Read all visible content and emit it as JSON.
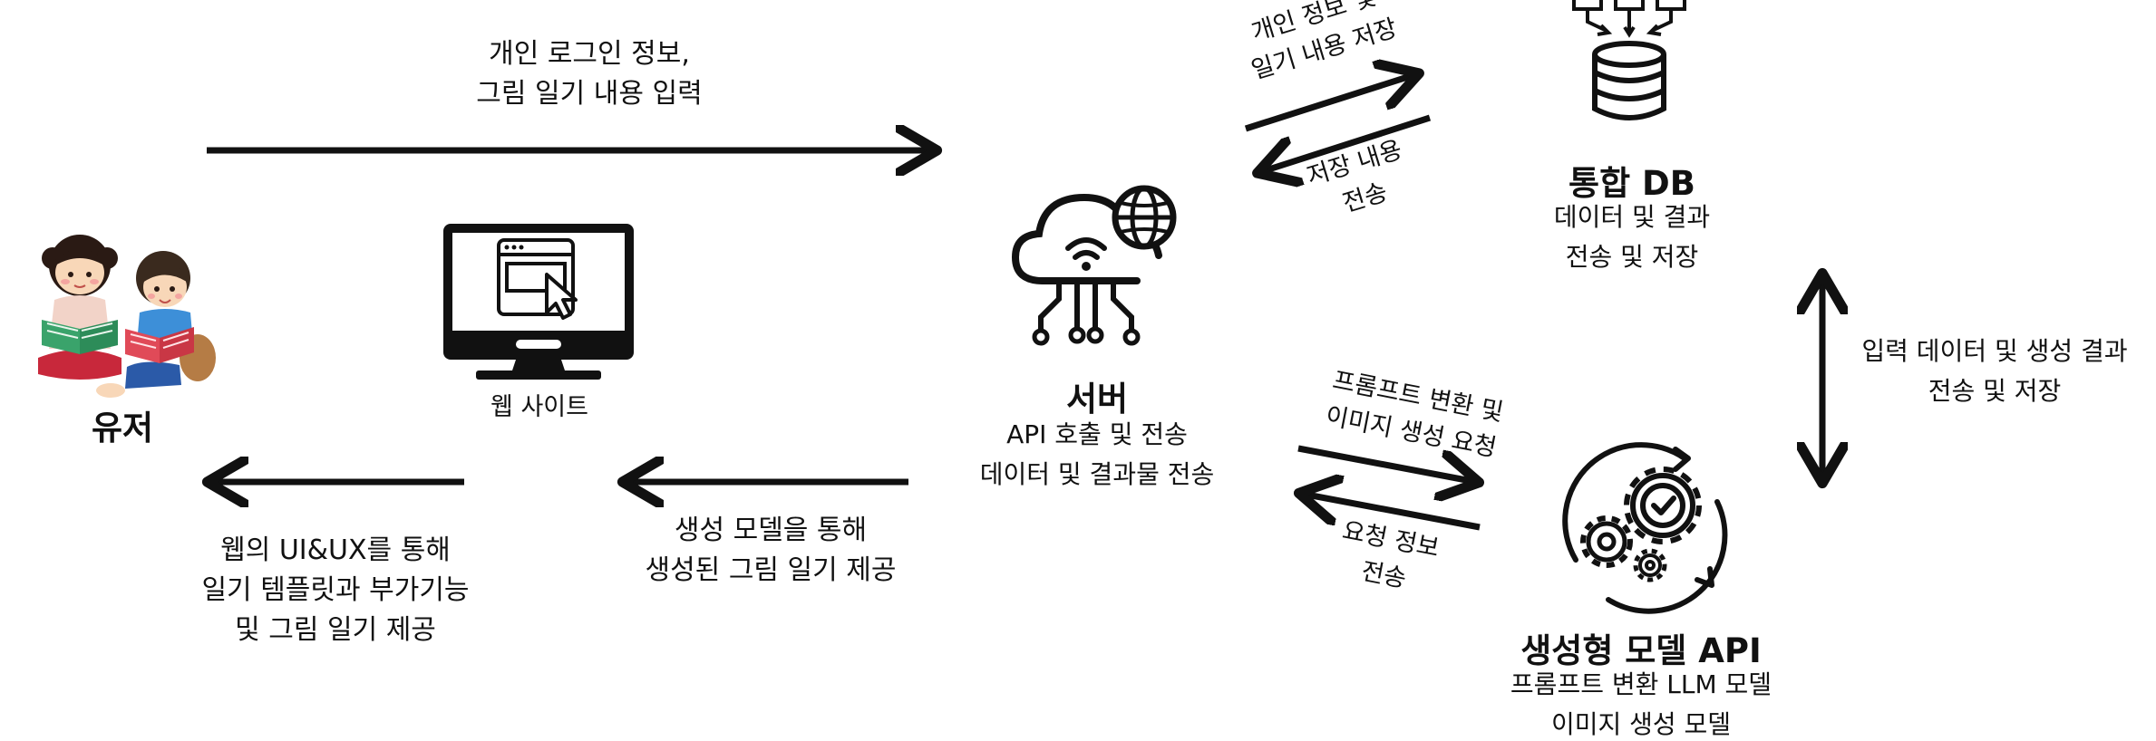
{
  "diagram": {
    "user": {
      "title": "유저"
    },
    "website": {
      "label": "웹 사이트"
    },
    "server": {
      "title": "서버",
      "lines": [
        "API 호출 및 전송",
        "데이터 및 결과물 전송"
      ]
    },
    "db": {
      "title": "통합 DB",
      "lines": [
        "데이터 및 결과",
        "전송 및 저장"
      ]
    },
    "genapi": {
      "title": "생성형 모델 API",
      "lines": [
        "프롬프트 변환 LLM 모델",
        "이미지 생성 모델"
      ]
    },
    "edges": {
      "user_to_server": [
        "개인 로그인 정보,",
        "그림 일기 내용 입력"
      ],
      "server_to_web": [
        "생성 모델을 통해",
        "생성된 그림 일기 제공"
      ],
      "web_to_user": [
        "웹의 UI&UX를 통해",
        "일기 템플릿과 부가기능",
        "및 그림 일기 제공"
      ],
      "server_to_db": [
        "개인 정보 및",
        "일기 내용 저장"
      ],
      "db_to_server": [
        "저장 내용",
        "전송"
      ],
      "server_to_gen": [
        "프롬프트 변환 및",
        "이미지 생성 요청"
      ],
      "gen_to_server": [
        "요청 정보",
        "전송"
      ],
      "db_gen": [
        "입력 데이터 및 생성 결과",
        "전송 및 저장"
      ]
    },
    "colors": {
      "ink": "#111111",
      "accent": "#e94a5f"
    }
  }
}
